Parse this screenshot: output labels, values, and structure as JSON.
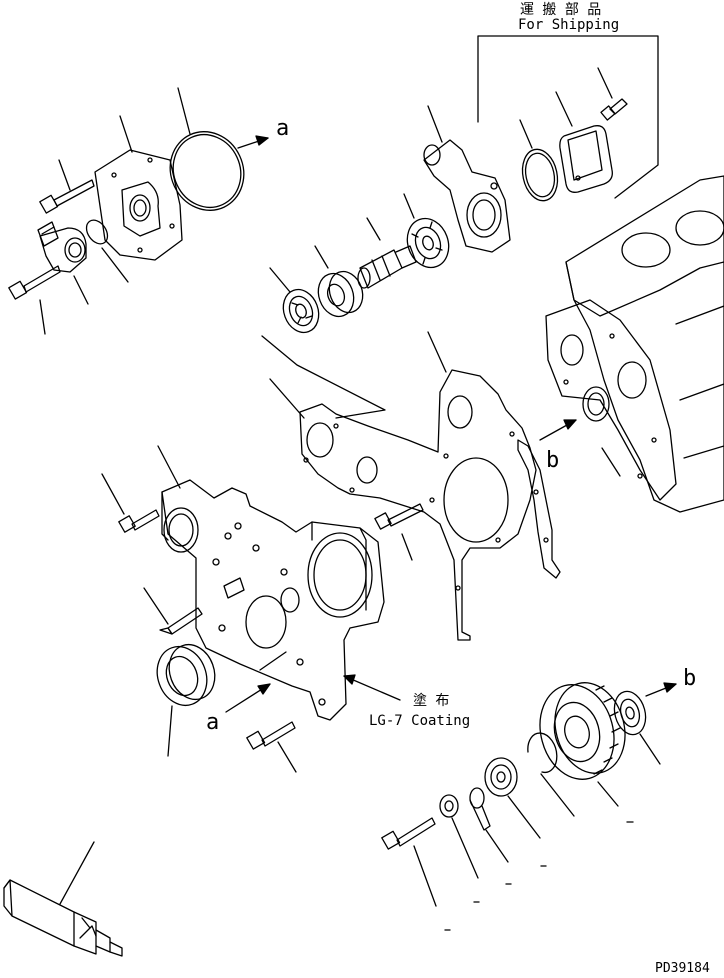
{
  "annotations": {
    "shipping_jp": "運 搬 部 品",
    "shipping_en": "For Shipping",
    "coating_jp": "塗 布",
    "coating_en": "LG-7 Coating",
    "ref_a_top": "a",
    "ref_a_bottom": "a",
    "ref_b_middle": "b",
    "ref_b_right": "b"
  },
  "drawing_number": "PD39184",
  "colors": {
    "line": "#000000",
    "background": "#ffffff"
  }
}
